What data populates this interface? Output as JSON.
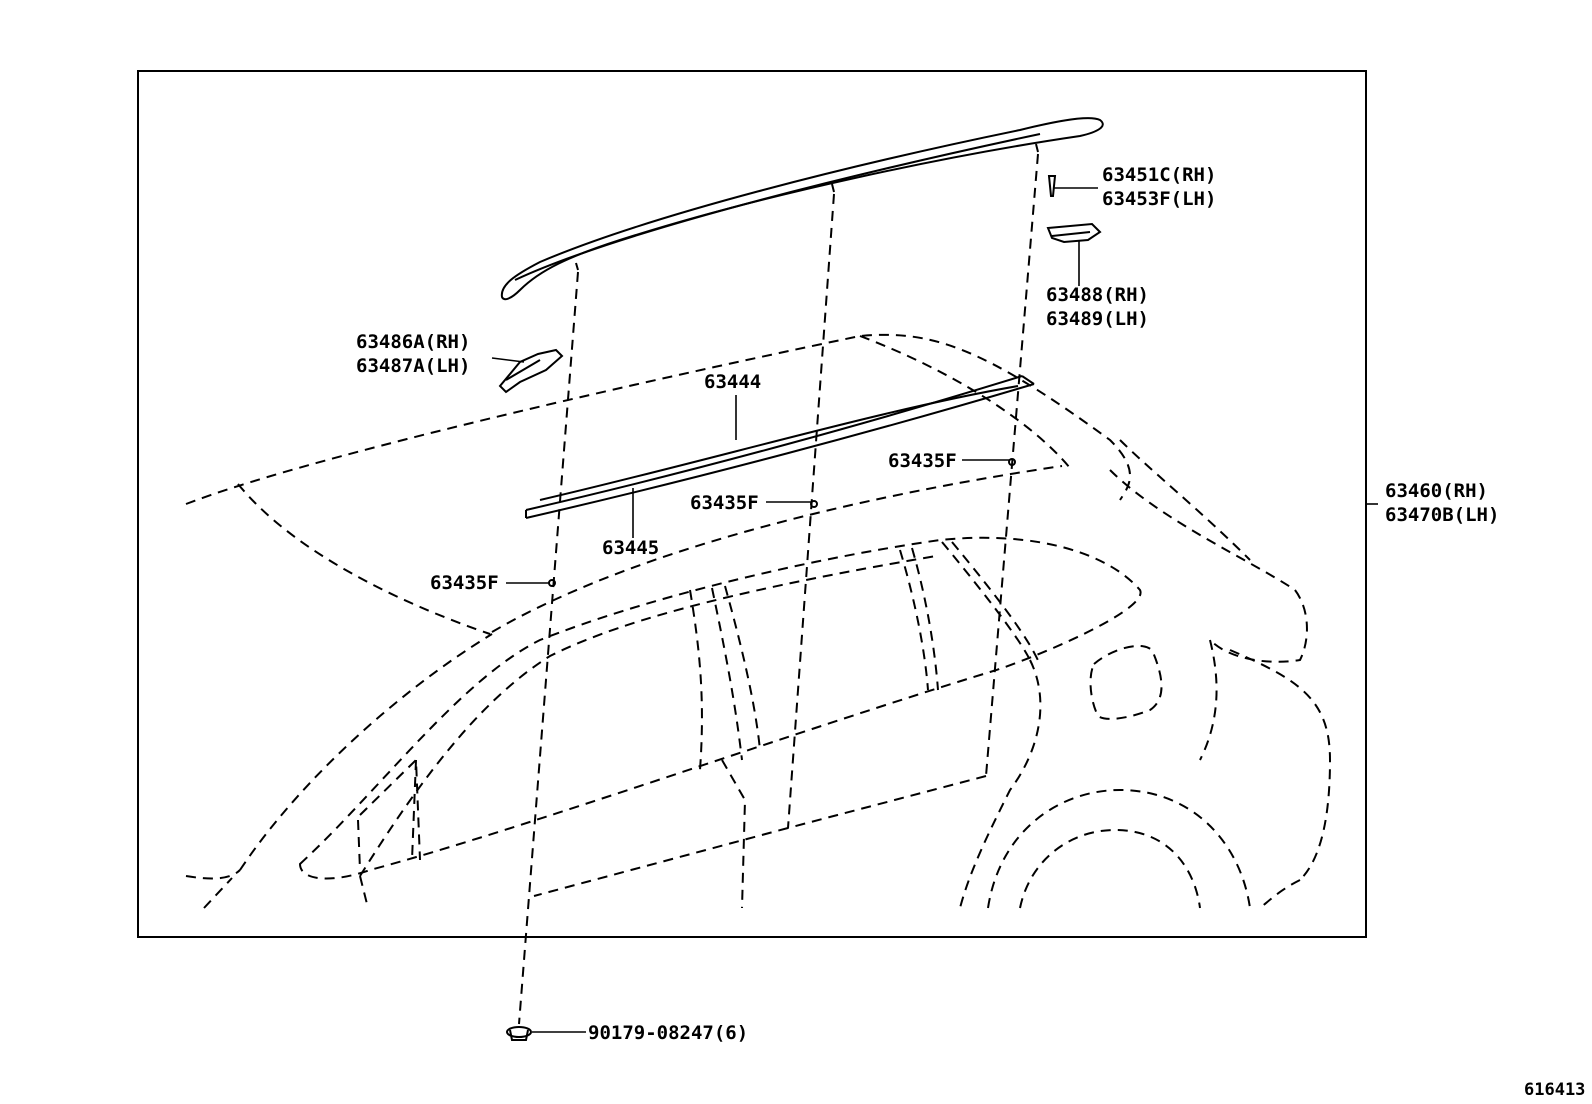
{
  "diagram": {
    "illustration_number": "616413",
    "callouts": {
      "roof_rack_rh": "63460(RH)",
      "roof_rack_lh": "63470B(LH)",
      "cover_front_rh": "63486A(RH)",
      "cover_front_lh": "63487A(LH)",
      "clip_rh": "63451C(RH)",
      "clip_lh": "63453F(LH)",
      "cover_rear_rh": "63488(RH)",
      "cover_rear_lh": "63489(LH)",
      "moulding_upper": "63444",
      "moulding_lower": "63445",
      "fastener_a": "63435F",
      "fastener_b": "63435F",
      "fastener_c": "63435F",
      "nut": "90179-08247(6)"
    }
  }
}
